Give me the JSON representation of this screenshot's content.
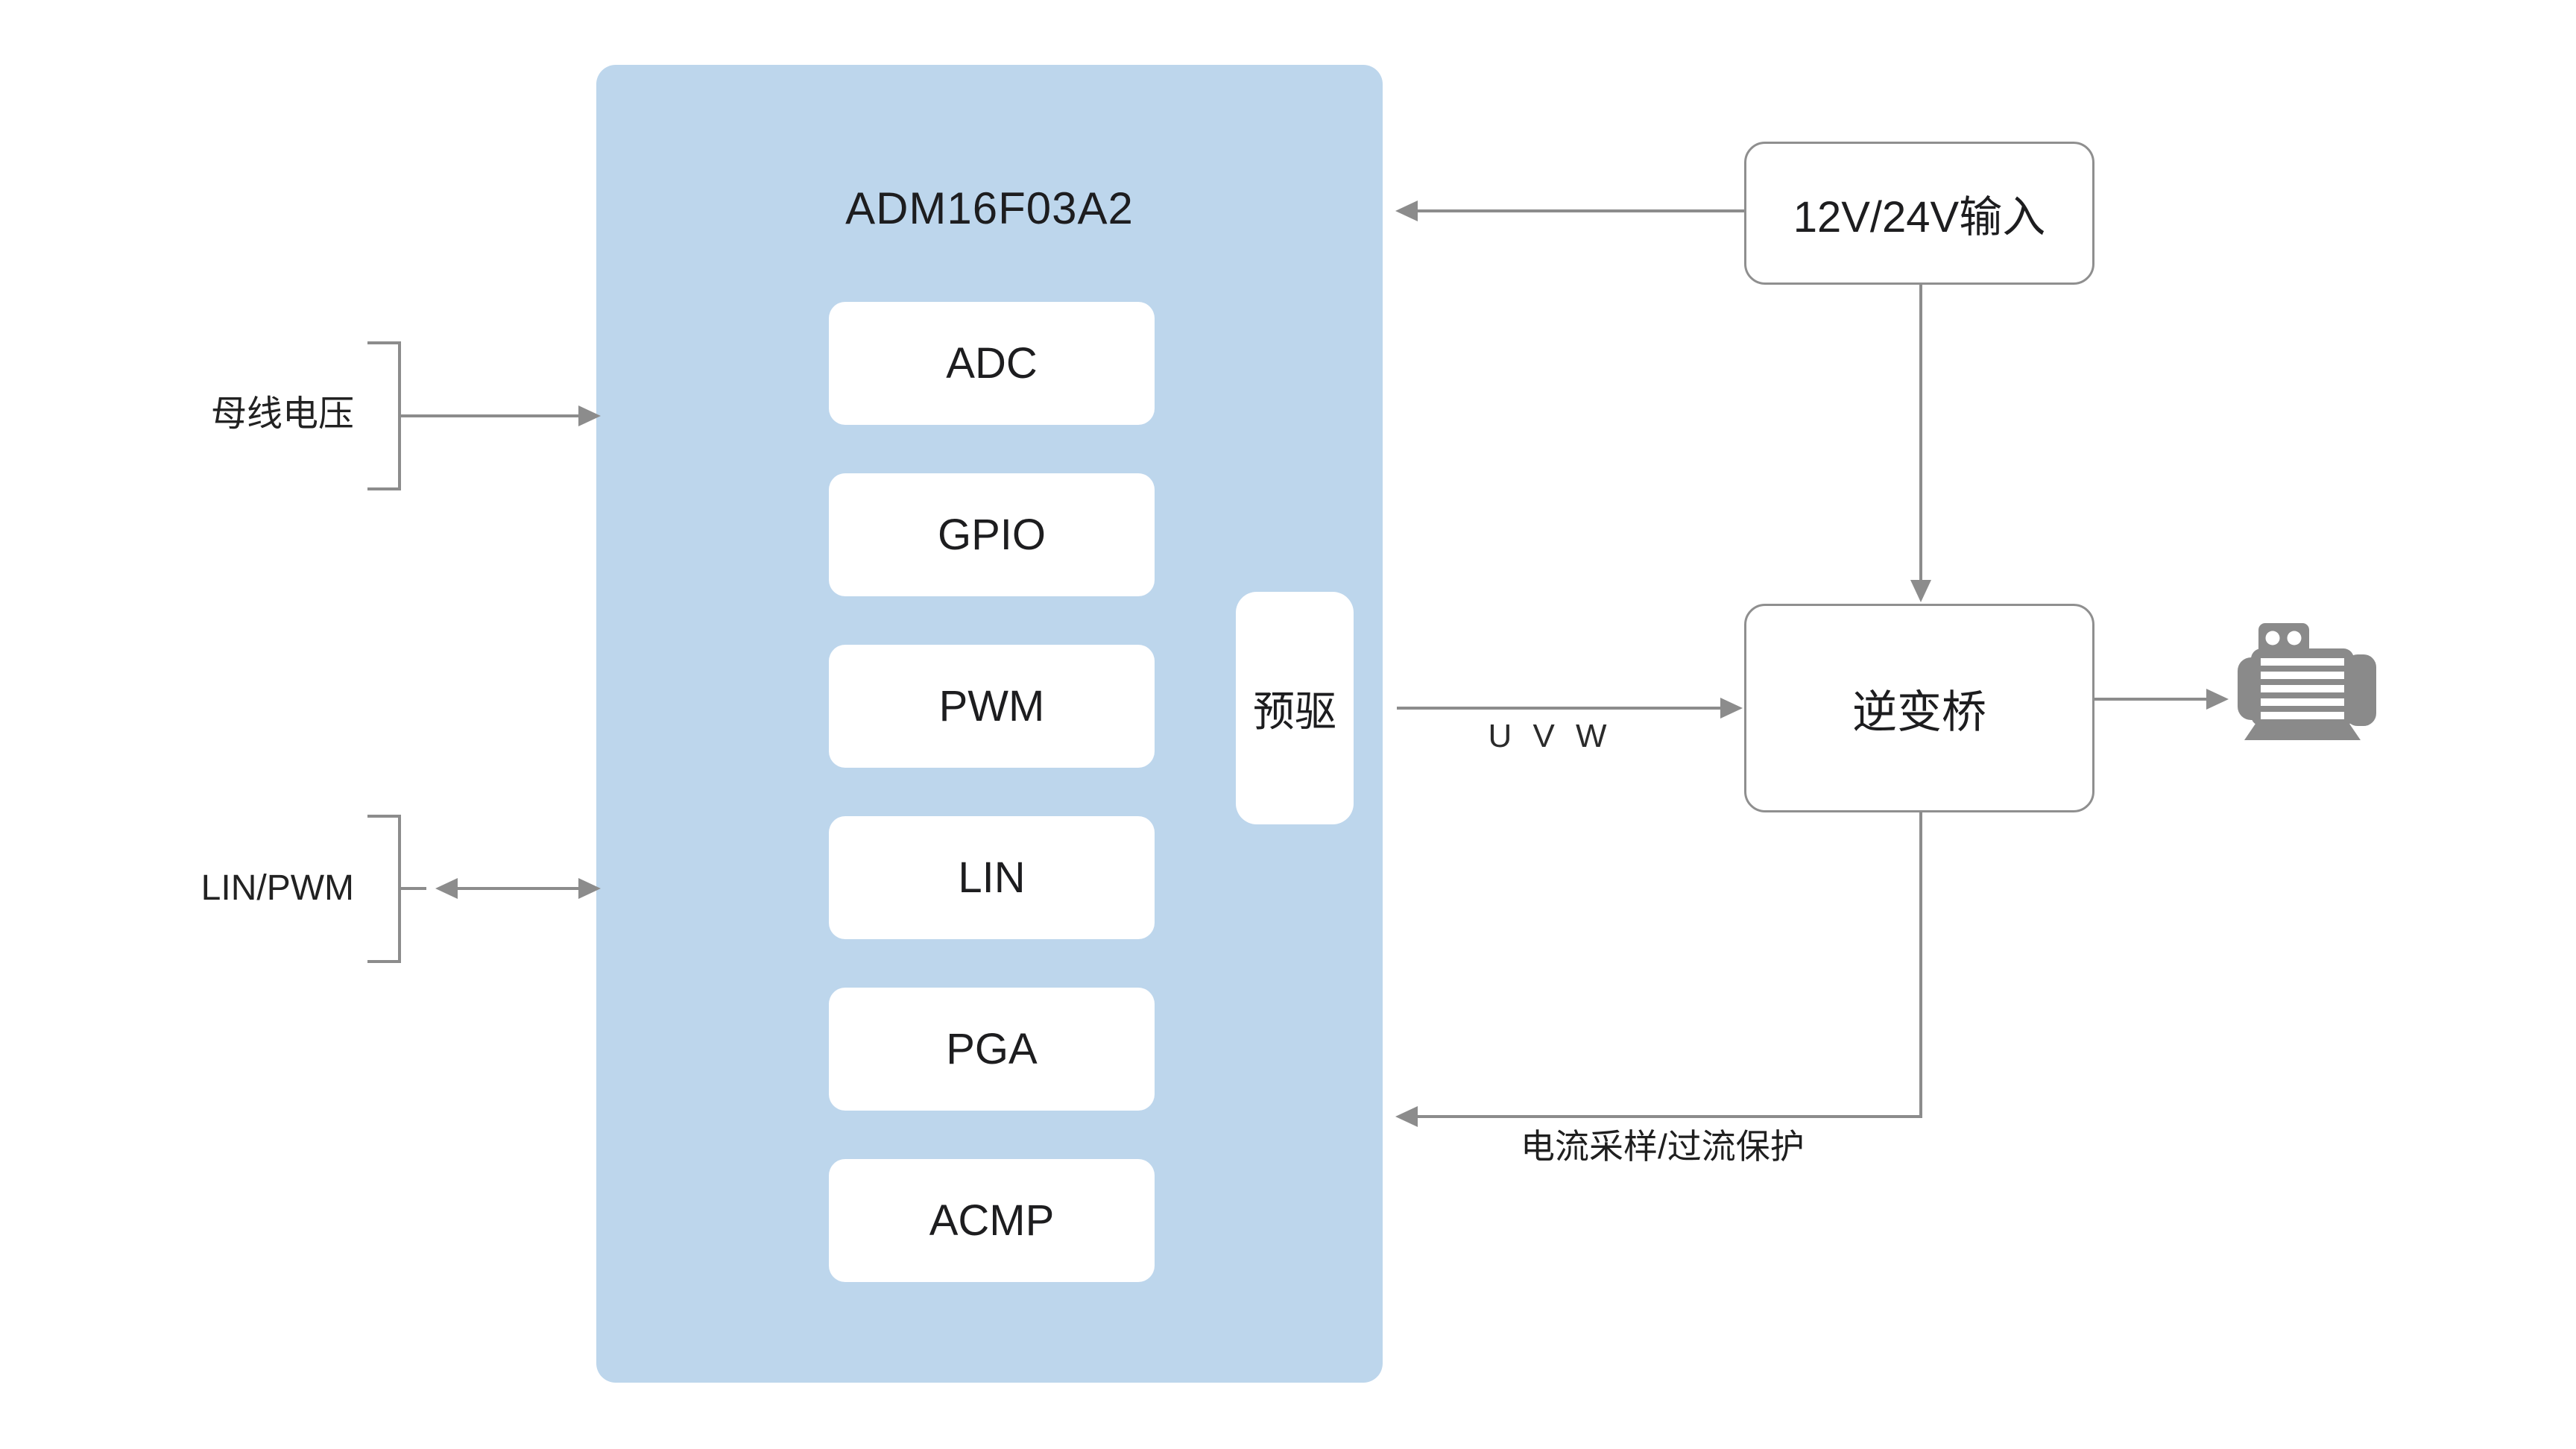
{
  "chip": {
    "title": "ADM16F03A2",
    "peripherals": [
      "ADC",
      "GPIO",
      "PWM",
      "LIN",
      "PGA",
      "ACMP"
    ],
    "predriver_label": "预驱"
  },
  "power_input": {
    "label": "12V/24V输入"
  },
  "inverter": {
    "label": "逆变桥"
  },
  "labels": {
    "bus_voltage": "母线电压",
    "lin_pwm": "LIN/PWM",
    "uvw": "U V W",
    "current_feedback": "电流采样/过流保护"
  },
  "icons": {
    "motor": "motor-icon"
  },
  "colors": {
    "chip_fill": "#bdd6ec",
    "line": "#8c8c8c",
    "box_border": "#8f8f8f",
    "text": "#1d1d1f",
    "motor": "#8a8a8a",
    "background": "#ffffff"
  }
}
